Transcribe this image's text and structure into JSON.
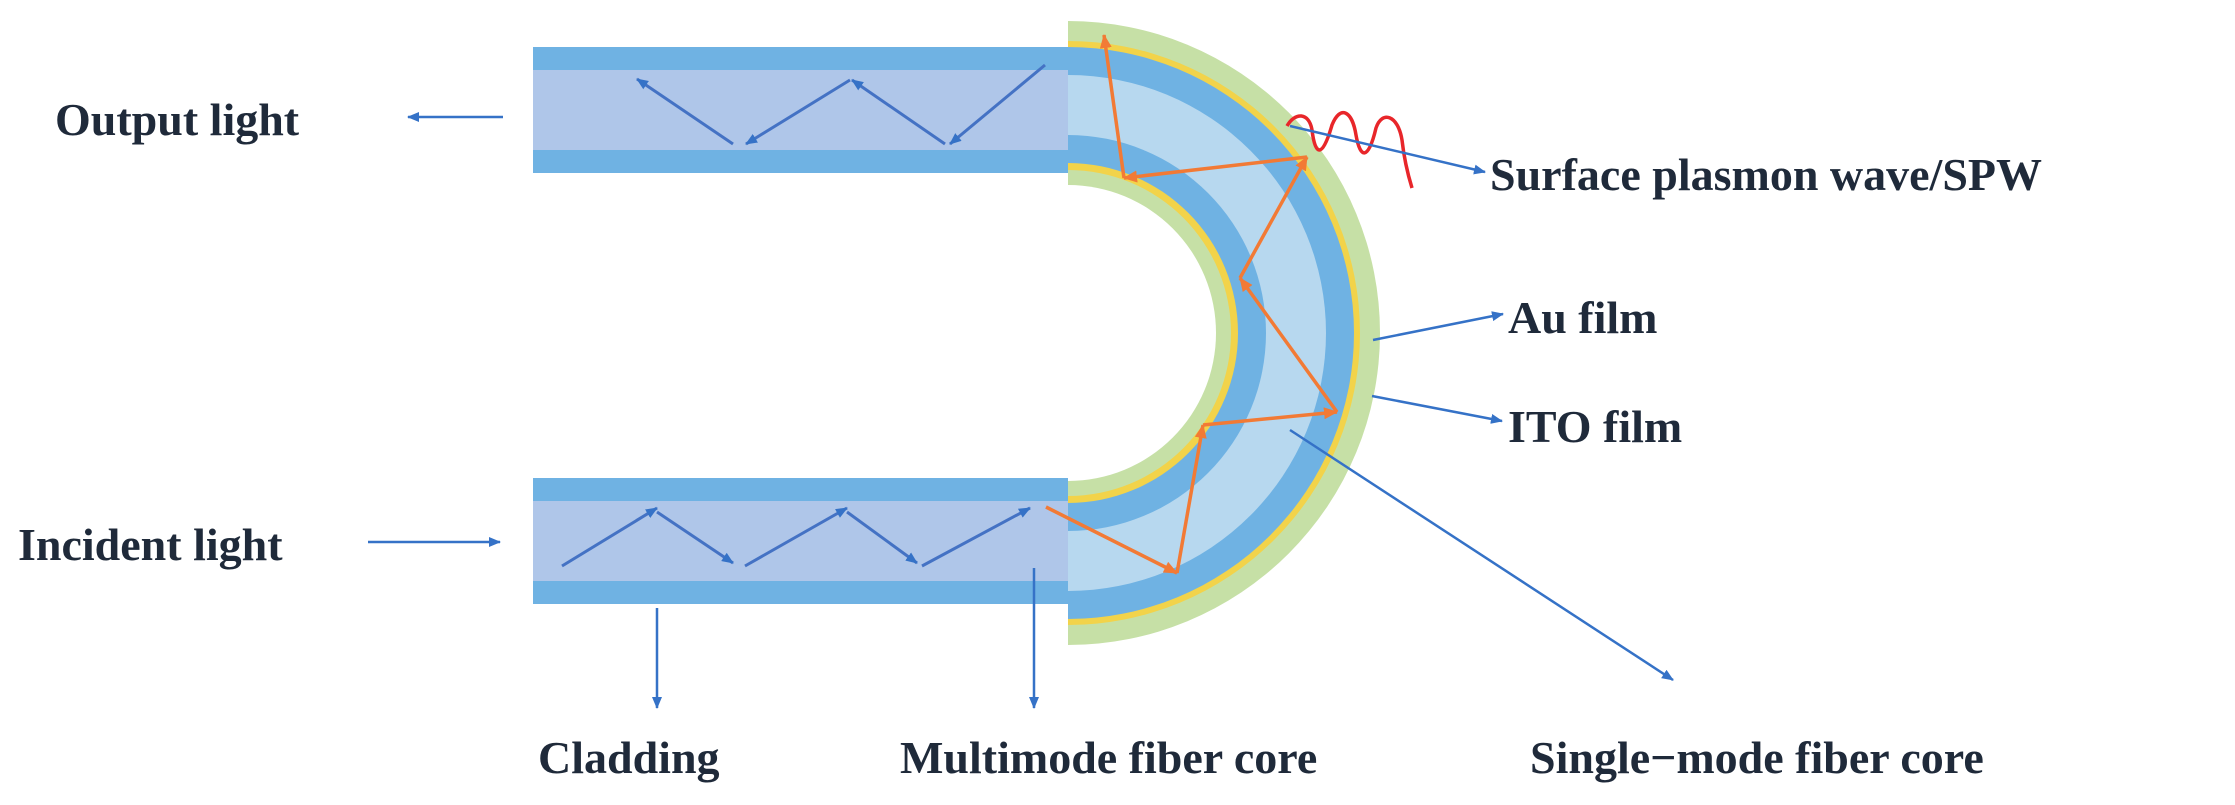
{
  "labels": {
    "output_light": "Output light",
    "incident_light": "Incident light",
    "spw": "Surface plasmon wave/SPW",
    "au_film": "Au film",
    "ito_film": "ITO film",
    "cladding": "Cladding",
    "multimode_core": "Multimode fiber core",
    "singlemode_core": "Single−mode fiber core"
  },
  "colors": {
    "cladding": "#6fb2e3",
    "multimode_core": "#afc6e9",
    "singlemode_core": "#b7d8ef",
    "au_film": "#f2d34a",
    "ito_film": "#c6e0a6",
    "ray": "#4472c4",
    "rays_bent": "#f27a35",
    "plasmon_wave": "#e8262a",
    "pointer": "#3572c7",
    "text": "#1f2a3a"
  }
}
